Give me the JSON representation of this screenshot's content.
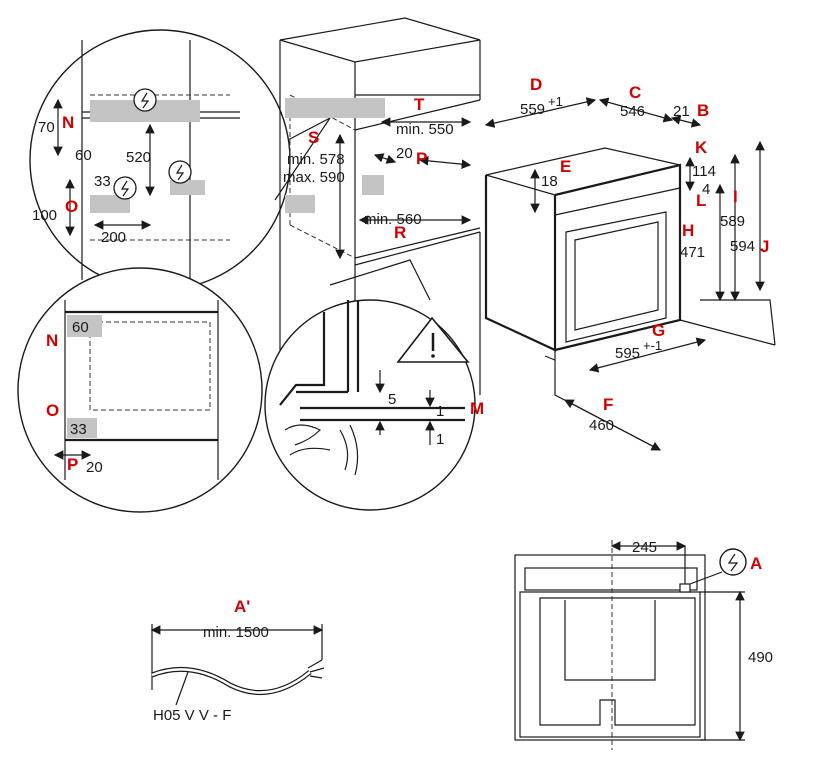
{
  "tags": {
    "A": "A",
    "A_prime": "A'",
    "B": "B",
    "C": "C",
    "D": "D",
    "E": "E",
    "F": "F",
    "G": "G",
    "H": "H",
    "I": "I",
    "J": "J",
    "K": "K",
    "L": "L",
    "M": "M",
    "N": "N",
    "O": "O",
    "P": "P",
    "R": "R",
    "S": "S",
    "T": "T"
  },
  "dimensions": {
    "d559": "559",
    "d559_tol": "+1",
    "d546": "546",
    "d21": "21",
    "d18": "18",
    "d114": "114",
    "d4": "4",
    "d589": "589",
    "d594": "594",
    "d471": "471",
    "d595": "595",
    "d595_tol": "+-1",
    "d460": "460",
    "min550": "min. 550",
    "min578": "min. 578",
    "max590": "max. 590",
    "d20": "20",
    "min560": "min. 560",
    "d70": "70",
    "d60": "60",
    "d520": "520",
    "d33": "33",
    "d100": "100",
    "d200": "200",
    "box60": "60",
    "box33": "33",
    "d20b": "20",
    "d5": "5",
    "d1a": "1",
    "d1b": "1",
    "d245": "245",
    "d490": "490",
    "min1500": "min. 1500",
    "cable": "H05 V V - F"
  },
  "icons": {
    "power_symbol": "electric-connection-icon",
    "warning": "warning-triangle-icon"
  },
  "colors": {
    "labels": "#d40000",
    "lines": "#1a1a1a",
    "shading": "#c4c4c4"
  }
}
